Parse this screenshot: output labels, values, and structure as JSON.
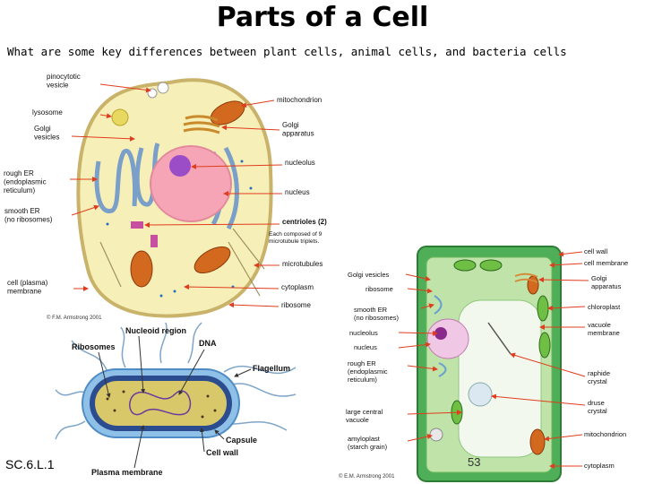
{
  "title": "Parts of a Cell",
  "subtitle": "What are some key differences between plant cells, animal cells, and bacteria cells",
  "footer_code": "SC.6.L.1",
  "page_number": "53",
  "animal_cell": {
    "labels": {
      "pinocytotic": [
        "pinocytotic",
        "vesicle"
      ],
      "lysosome": [
        "lysosome"
      ],
      "golgi_vesicles": [
        "Golgi",
        "vesicles"
      ],
      "rough_er": [
        "rough ER",
        "(endoplasmic",
        "reticulum)"
      ],
      "smooth_er": [
        "smooth ER",
        "(no ribosomes)"
      ],
      "cell_membrane": [
        "cell (plasma)",
        "membrane"
      ],
      "mitochondrion": [
        "mitochondrion"
      ],
      "golgi_apparatus": [
        "Golgi",
        "apparatus"
      ],
      "nucleolus": [
        "nucleolus"
      ],
      "nucleus": [
        "nucleus"
      ],
      "centrioles": [
        "centrioles (2)"
      ],
      "centrioles_note": [
        "Each composed of 9",
        "microtubule triplets."
      ],
      "microtubules": [
        "microtubules"
      ],
      "cytoplasm": [
        "cytoplasm"
      ],
      "ribosome": [
        "ribosome"
      ]
    },
    "copyright": "© F.M. Armstrong 2001"
  },
  "bacteria_cell": {
    "labels": {
      "nucleoid": "Nucleoid region",
      "dna": "DNA",
      "ribosomes": "Ribosomes",
      "flagellum": "Flagellum",
      "capsule": "Capsule",
      "cell_wall": "Cell wall",
      "plasma_membrane": "Plasma membrane"
    }
  },
  "plant_cell": {
    "labels": {
      "golgi_vesicles": [
        "Golgi vesicles"
      ],
      "ribosome": [
        "ribosome"
      ],
      "smooth_er": [
        "smooth ER",
        "(no ribosomes)"
      ],
      "nucleolus": [
        "nucleolus"
      ],
      "nucleus": [
        "nucleus"
      ],
      "rough_er": [
        "rough ER",
        "(endoplasmic",
        "reticulum)"
      ],
      "vacuole": [
        "large central",
        "vacuole"
      ],
      "amyloplast": [
        "amyloplast",
        "(starch grain)"
      ],
      "cell_wall": [
        "cell wall"
      ],
      "cell_membrane": [
        "cell membrane"
      ],
      "golgi_apparatus": [
        "Golgi",
        "apparatus"
      ],
      "chloroplast": [
        "chloroplast"
      ],
      "vacuole_membrane": [
        "vacuole",
        "membrane"
      ],
      "raphide": [
        "raphide",
        "crystal"
      ],
      "druse": [
        "druse",
        "crystal"
      ],
      "mitochondrion": [
        "mitochondrion"
      ],
      "cytoplasm": [
        "cytoplasm"
      ]
    },
    "copyright": "© E.M. Armstrong 2001"
  },
  "colors": {
    "label_arrow": "#e03c1e",
    "animal_cytoplasm": "#f7efb8",
    "animal_nucleus": "#f5a5b5",
    "plant_wall": "#4fae58",
    "plant_cytoplasm": "#bfe3a8",
    "bacteria_body": "#d9c86a",
    "bacteria_wall": "#6ea8d8"
  }
}
